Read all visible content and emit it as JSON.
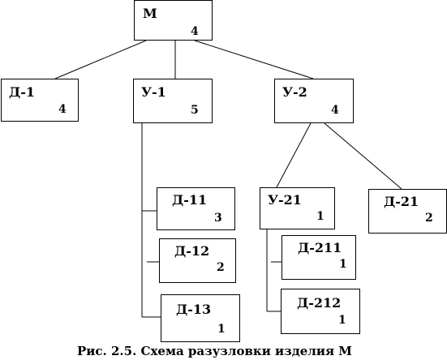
{
  "nodes": {
    "M": {
      "code": "М",
      "qty": "4"
    },
    "D1": {
      "code": "Д-1",
      "qty": "4"
    },
    "U1": {
      "code": "У-1",
      "qty": "5"
    },
    "U2": {
      "code": "У-2",
      "qty": "4"
    },
    "D11": {
      "code": "Д-11",
      "qty": "3"
    },
    "D12": {
      "code": "Д-12",
      "qty": "2"
    },
    "D13": {
      "code": "Д-13",
      "qty": "1"
    },
    "U21": {
      "code": "У-21",
      "qty": "1"
    },
    "D21": {
      "code": "Д-21",
      "qty": "2"
    },
    "D211": {
      "code": "Д-211",
      "qty": "1"
    },
    "D212": {
      "code": "Д-212",
      "qty": "1"
    }
  },
  "edges": [
    [
      "M",
      "D1"
    ],
    [
      "M",
      "U1"
    ],
    [
      "M",
      "U2"
    ],
    [
      "U1",
      "D11"
    ],
    [
      "U1",
      "D12"
    ],
    [
      "U1",
      "D13"
    ],
    [
      "U2",
      "U21"
    ],
    [
      "U2",
      "D21"
    ],
    [
      "U21",
      "D211"
    ],
    [
      "U21",
      "D212"
    ]
  ],
  "caption": "Рис. 2.5. Схема разузловки изделия М"
}
